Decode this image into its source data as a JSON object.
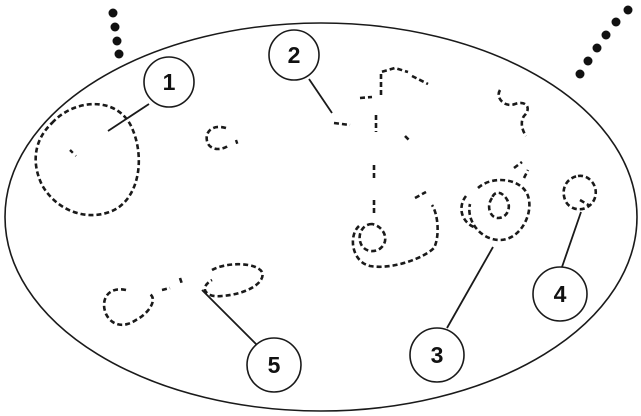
{
  "diagram": {
    "callouts": [
      {
        "label": "1"
      },
      {
        "label": "2"
      },
      {
        "label": "3"
      },
      {
        "label": "4"
      },
      {
        "label": "5"
      }
    ],
    "colors": {
      "ink": "#1a1a1a",
      "background": "#ffffff"
    }
  }
}
